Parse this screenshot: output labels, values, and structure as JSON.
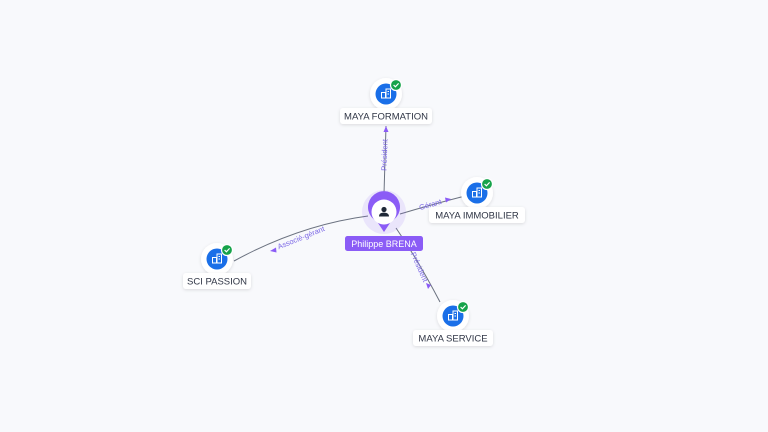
{
  "center": {
    "name": "Philippe BRENA",
    "icon": "person-icon"
  },
  "companies": [
    {
      "id": "maya-formation",
      "name": "MAYA FORMATION",
      "relation": "Président",
      "icon": "building-icon",
      "status_icon": "verified-check-icon"
    },
    {
      "id": "maya-immobilier",
      "name": "MAYA IMMOBILIER",
      "relation": "Gérant",
      "icon": "building-icon",
      "status_icon": "verified-check-icon"
    },
    {
      "id": "maya-service",
      "name": "MAYA SERVICE",
      "relation": "Président",
      "icon": "building-icon",
      "status_icon": "verified-check-icon"
    },
    {
      "id": "sci-passion",
      "name": "SCI PASSION",
      "relation": "Associé-gérant",
      "icon": "building-icon",
      "status_icon": "verified-check-icon"
    }
  ],
  "colors": {
    "center": "#8b5cf6",
    "company_icon": "#1a6fe8",
    "status": "#16a34a",
    "edge": "#6b7280",
    "edge_label": "#7b67e6",
    "background": "#f8f9fc"
  }
}
